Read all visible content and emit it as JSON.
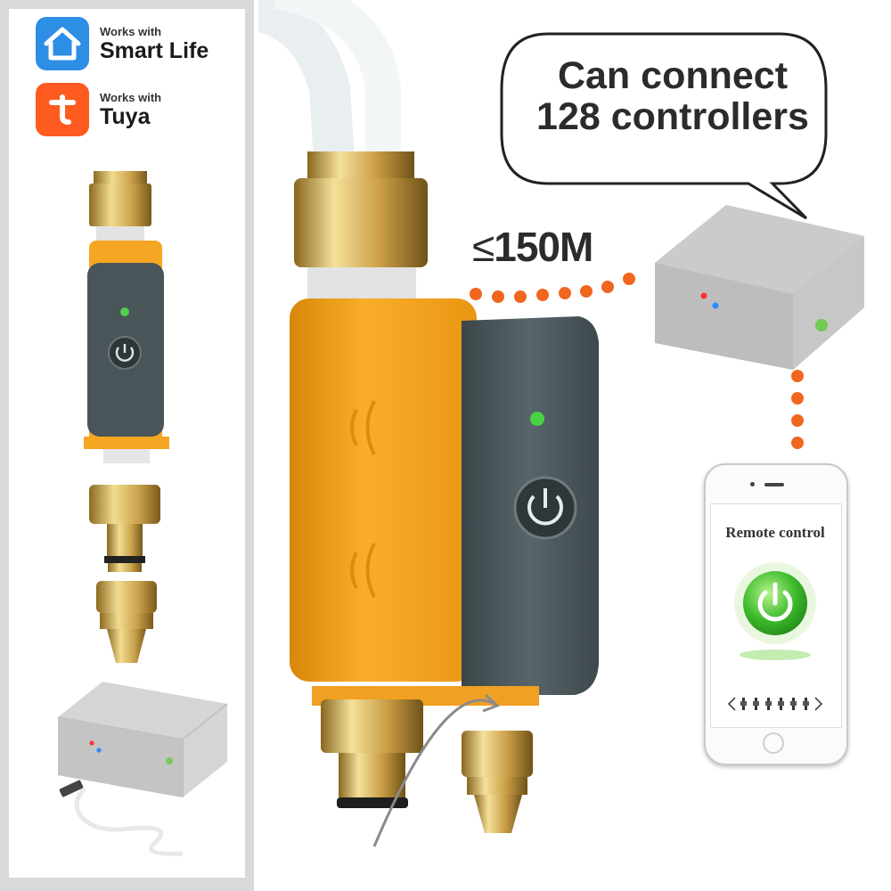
{
  "badges": [
    {
      "small": "Works with",
      "big": "Smart Life",
      "icon": "smart-life-home-icon",
      "color": "#2d8ee6"
    },
    {
      "small": "Works with",
      "big": "Tuya",
      "icon": "tuya-t-icon",
      "color": "#ff5a1f"
    }
  ],
  "callout": {
    "line1": "Can connect",
    "line2": "128 controllers"
  },
  "range": {
    "symbol": "≤",
    "value": "150M"
  },
  "phone": {
    "screen_title": "Remote control",
    "power_icon": "power-icon"
  },
  "colors": {
    "valve_body": "#f5a623",
    "valve_panel": "#4a5559",
    "brass": "#d4b15a",
    "link_dots": "#f1661e",
    "power_green": "#3cba2a",
    "hub": "#c8c8c8"
  }
}
